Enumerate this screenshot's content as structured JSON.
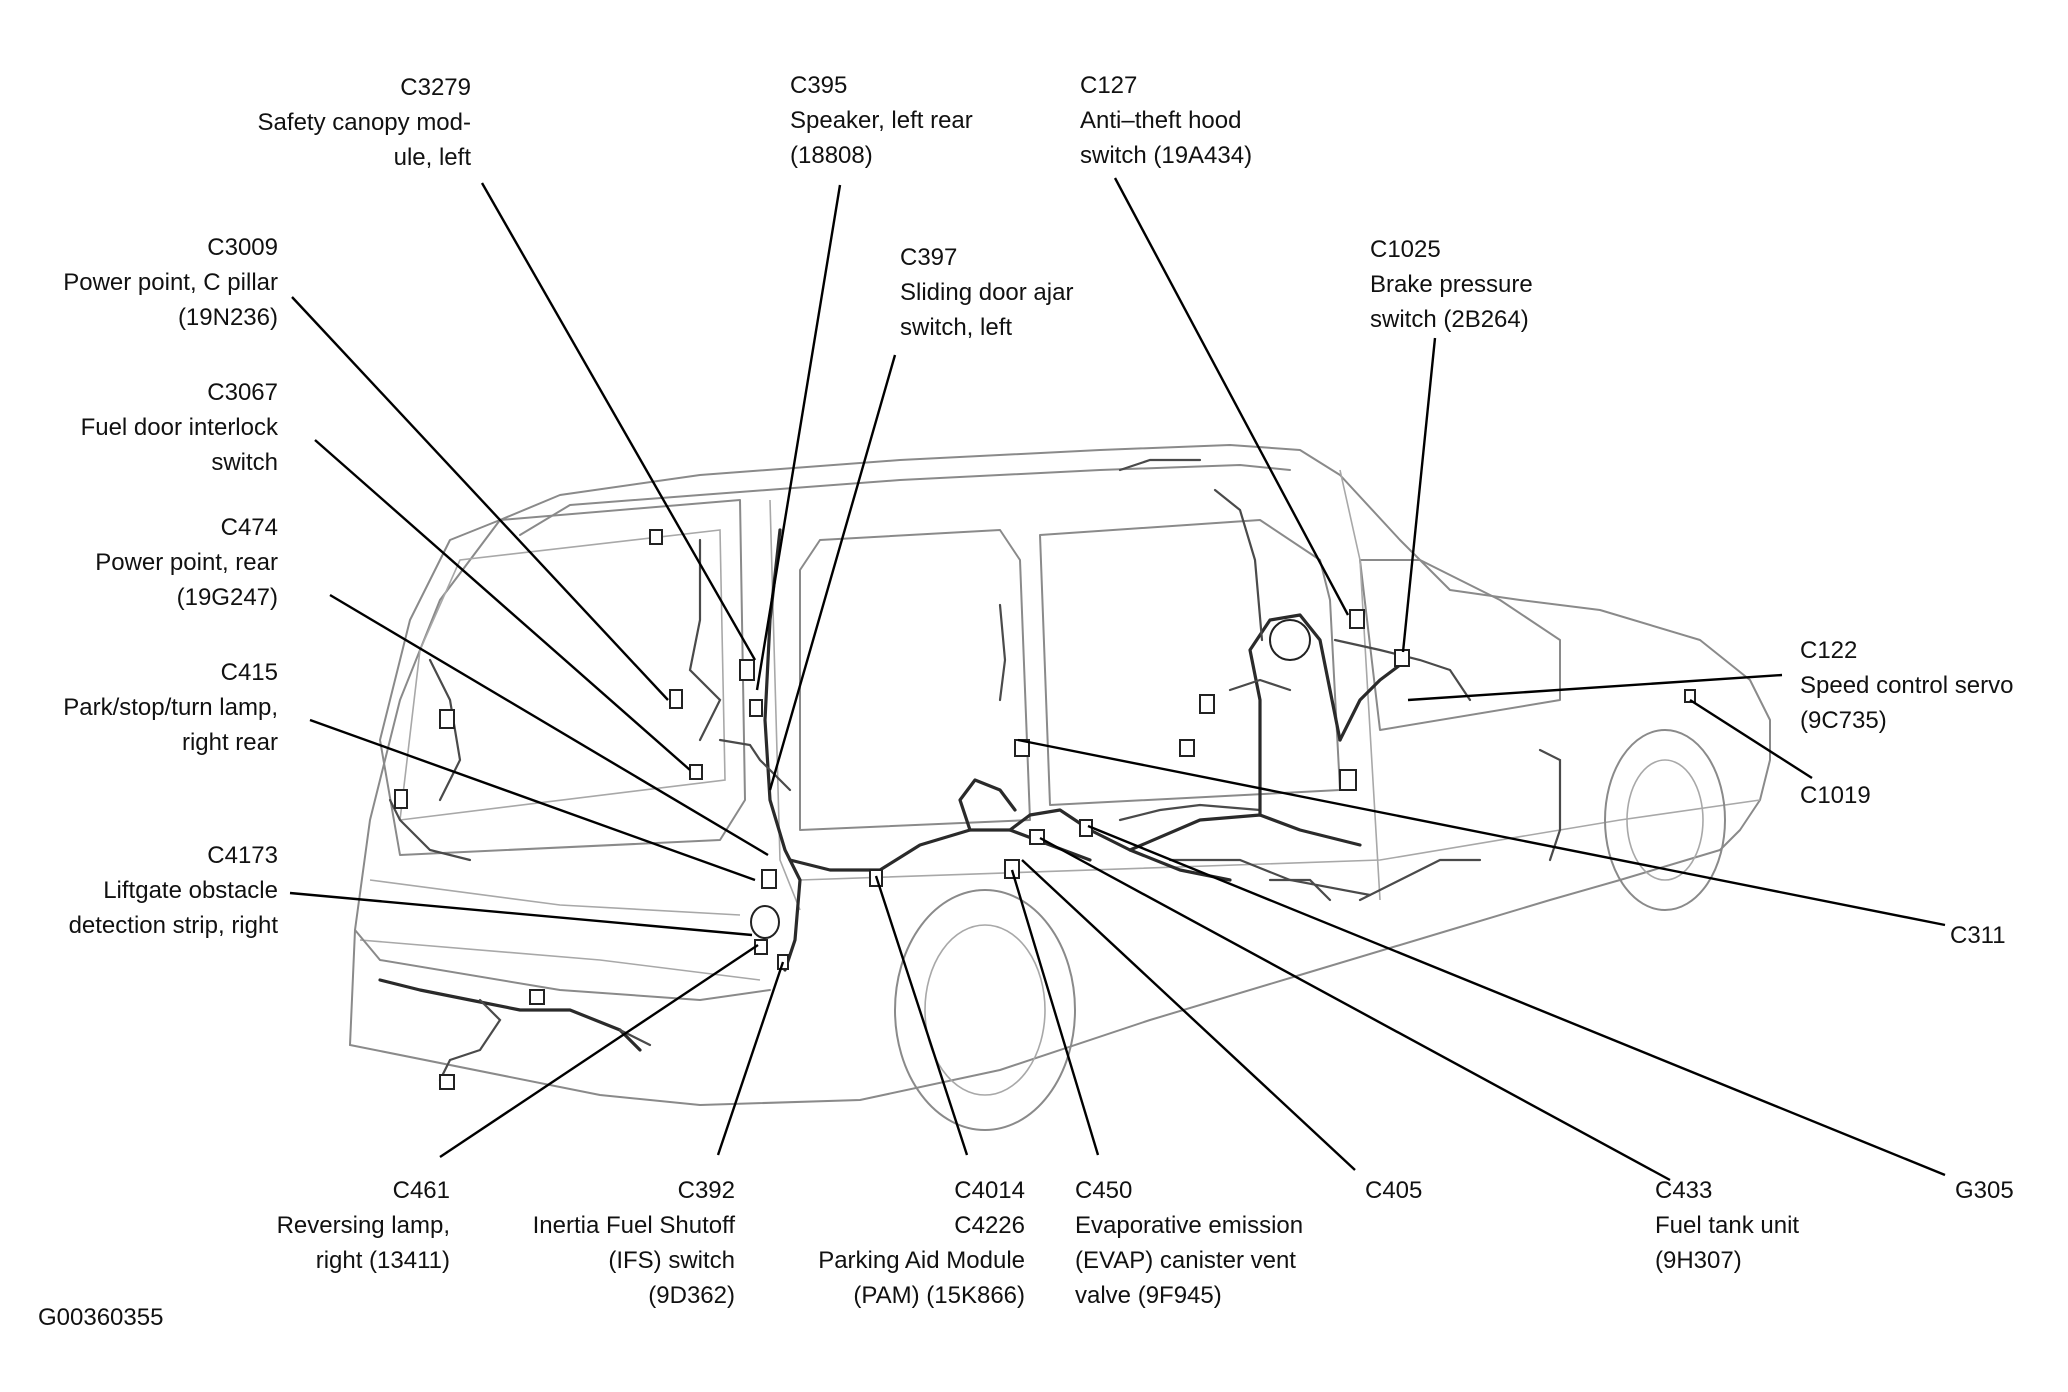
{
  "callouts": {
    "c3279": [
      "C3279",
      "Safety canopy mod-",
      "ule, left"
    ],
    "c3009": [
      "C3009",
      "Power point, C pillar",
      "(19N236)"
    ],
    "c3067": [
      "C3067",
      "Fuel door interlock",
      "switch"
    ],
    "c474": [
      "C474",
      "Power point, rear",
      "(19G247)"
    ],
    "c415": [
      "C415",
      "Park/stop/turn lamp,",
      "right rear"
    ],
    "c4173": [
      "C4173",
      "Liftgate obstacle",
      "detection strip, right"
    ],
    "c395": [
      "C395",
      "Speaker, left rear",
      "(18808)"
    ],
    "c397": [
      "C397",
      "Sliding door ajar",
      "switch, left"
    ],
    "c127": [
      "C127",
      "Anti–theft hood",
      "switch (19A434)"
    ],
    "c1025": [
      "C1025",
      "Brake pressure",
      "switch (2B264)"
    ],
    "c122": [
      "C122",
      "Speed control servo",
      "(9C735)"
    ],
    "c1019": [
      "C1019"
    ],
    "c311": [
      "C311"
    ],
    "c461": [
      "C461",
      "Reversing lamp,",
      "right (13411)"
    ],
    "c392": [
      "C392",
      "Inertia Fuel Shutoff",
      "(IFS) switch",
      "(9D362)"
    ],
    "c4014": [
      "C4014",
      "C4226",
      "Parking Aid Module",
      "(PAM) (15K866)"
    ],
    "c450": [
      "C450",
      "Evaporative emission",
      "(EVAP) canister vent",
      "valve (9F945)"
    ],
    "c405": [
      "C405"
    ],
    "c433": [
      "C433",
      "Fuel tank unit",
      "(9H307)"
    ],
    "g305": [
      "G305"
    ]
  },
  "figure_id": "G00360355",
  "colors": {
    "ink": "#111111",
    "vehicle": "#8a8a8a",
    "harness": "#2a2a2a"
  }
}
